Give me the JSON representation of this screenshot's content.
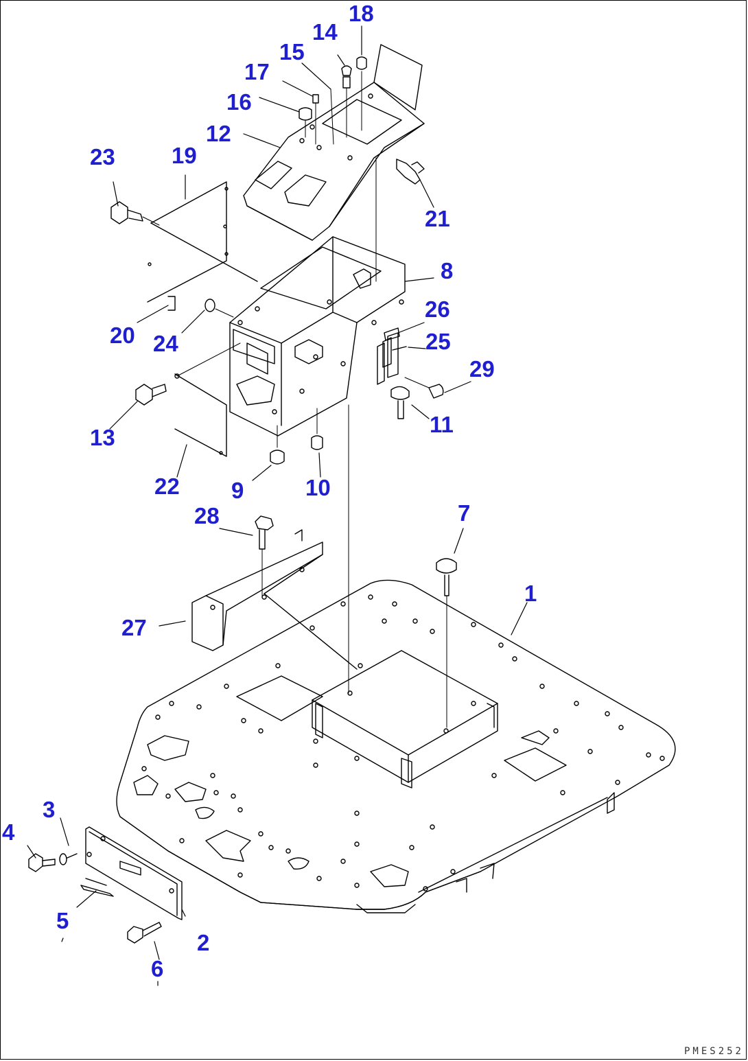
{
  "diagram": {
    "drawing_code": "PMES252",
    "label_color": "#1f1fcf",
    "line_color": "#000000",
    "callouts": [
      {
        "id": "1",
        "text": "1"
      },
      {
        "id": "2",
        "text": "2"
      },
      {
        "id": "3",
        "text": "3"
      },
      {
        "id": "4",
        "text": "4"
      },
      {
        "id": "5",
        "text": "5"
      },
      {
        "id": "6",
        "text": "6"
      },
      {
        "id": "7",
        "text": "7"
      },
      {
        "id": "8",
        "text": "8"
      },
      {
        "id": "9",
        "text": "9"
      },
      {
        "id": "10",
        "text": "10"
      },
      {
        "id": "11",
        "text": "11"
      },
      {
        "id": "12",
        "text": "12"
      },
      {
        "id": "13",
        "text": "13"
      },
      {
        "id": "14",
        "text": "14"
      },
      {
        "id": "15",
        "text": "15"
      },
      {
        "id": "16",
        "text": "16"
      },
      {
        "id": "17",
        "text": "17"
      },
      {
        "id": "18",
        "text": "18"
      },
      {
        "id": "19",
        "text": "19"
      },
      {
        "id": "20",
        "text": "20"
      },
      {
        "id": "21",
        "text": "21"
      },
      {
        "id": "22",
        "text": "22"
      },
      {
        "id": "23",
        "text": "23"
      },
      {
        "id": "24",
        "text": "24"
      },
      {
        "id": "25",
        "text": "25"
      },
      {
        "id": "26",
        "text": "26"
      },
      {
        "id": "27",
        "text": "27"
      },
      {
        "id": "28",
        "text": "28"
      },
      {
        "id": "29",
        "text": "29"
      }
    ]
  }
}
